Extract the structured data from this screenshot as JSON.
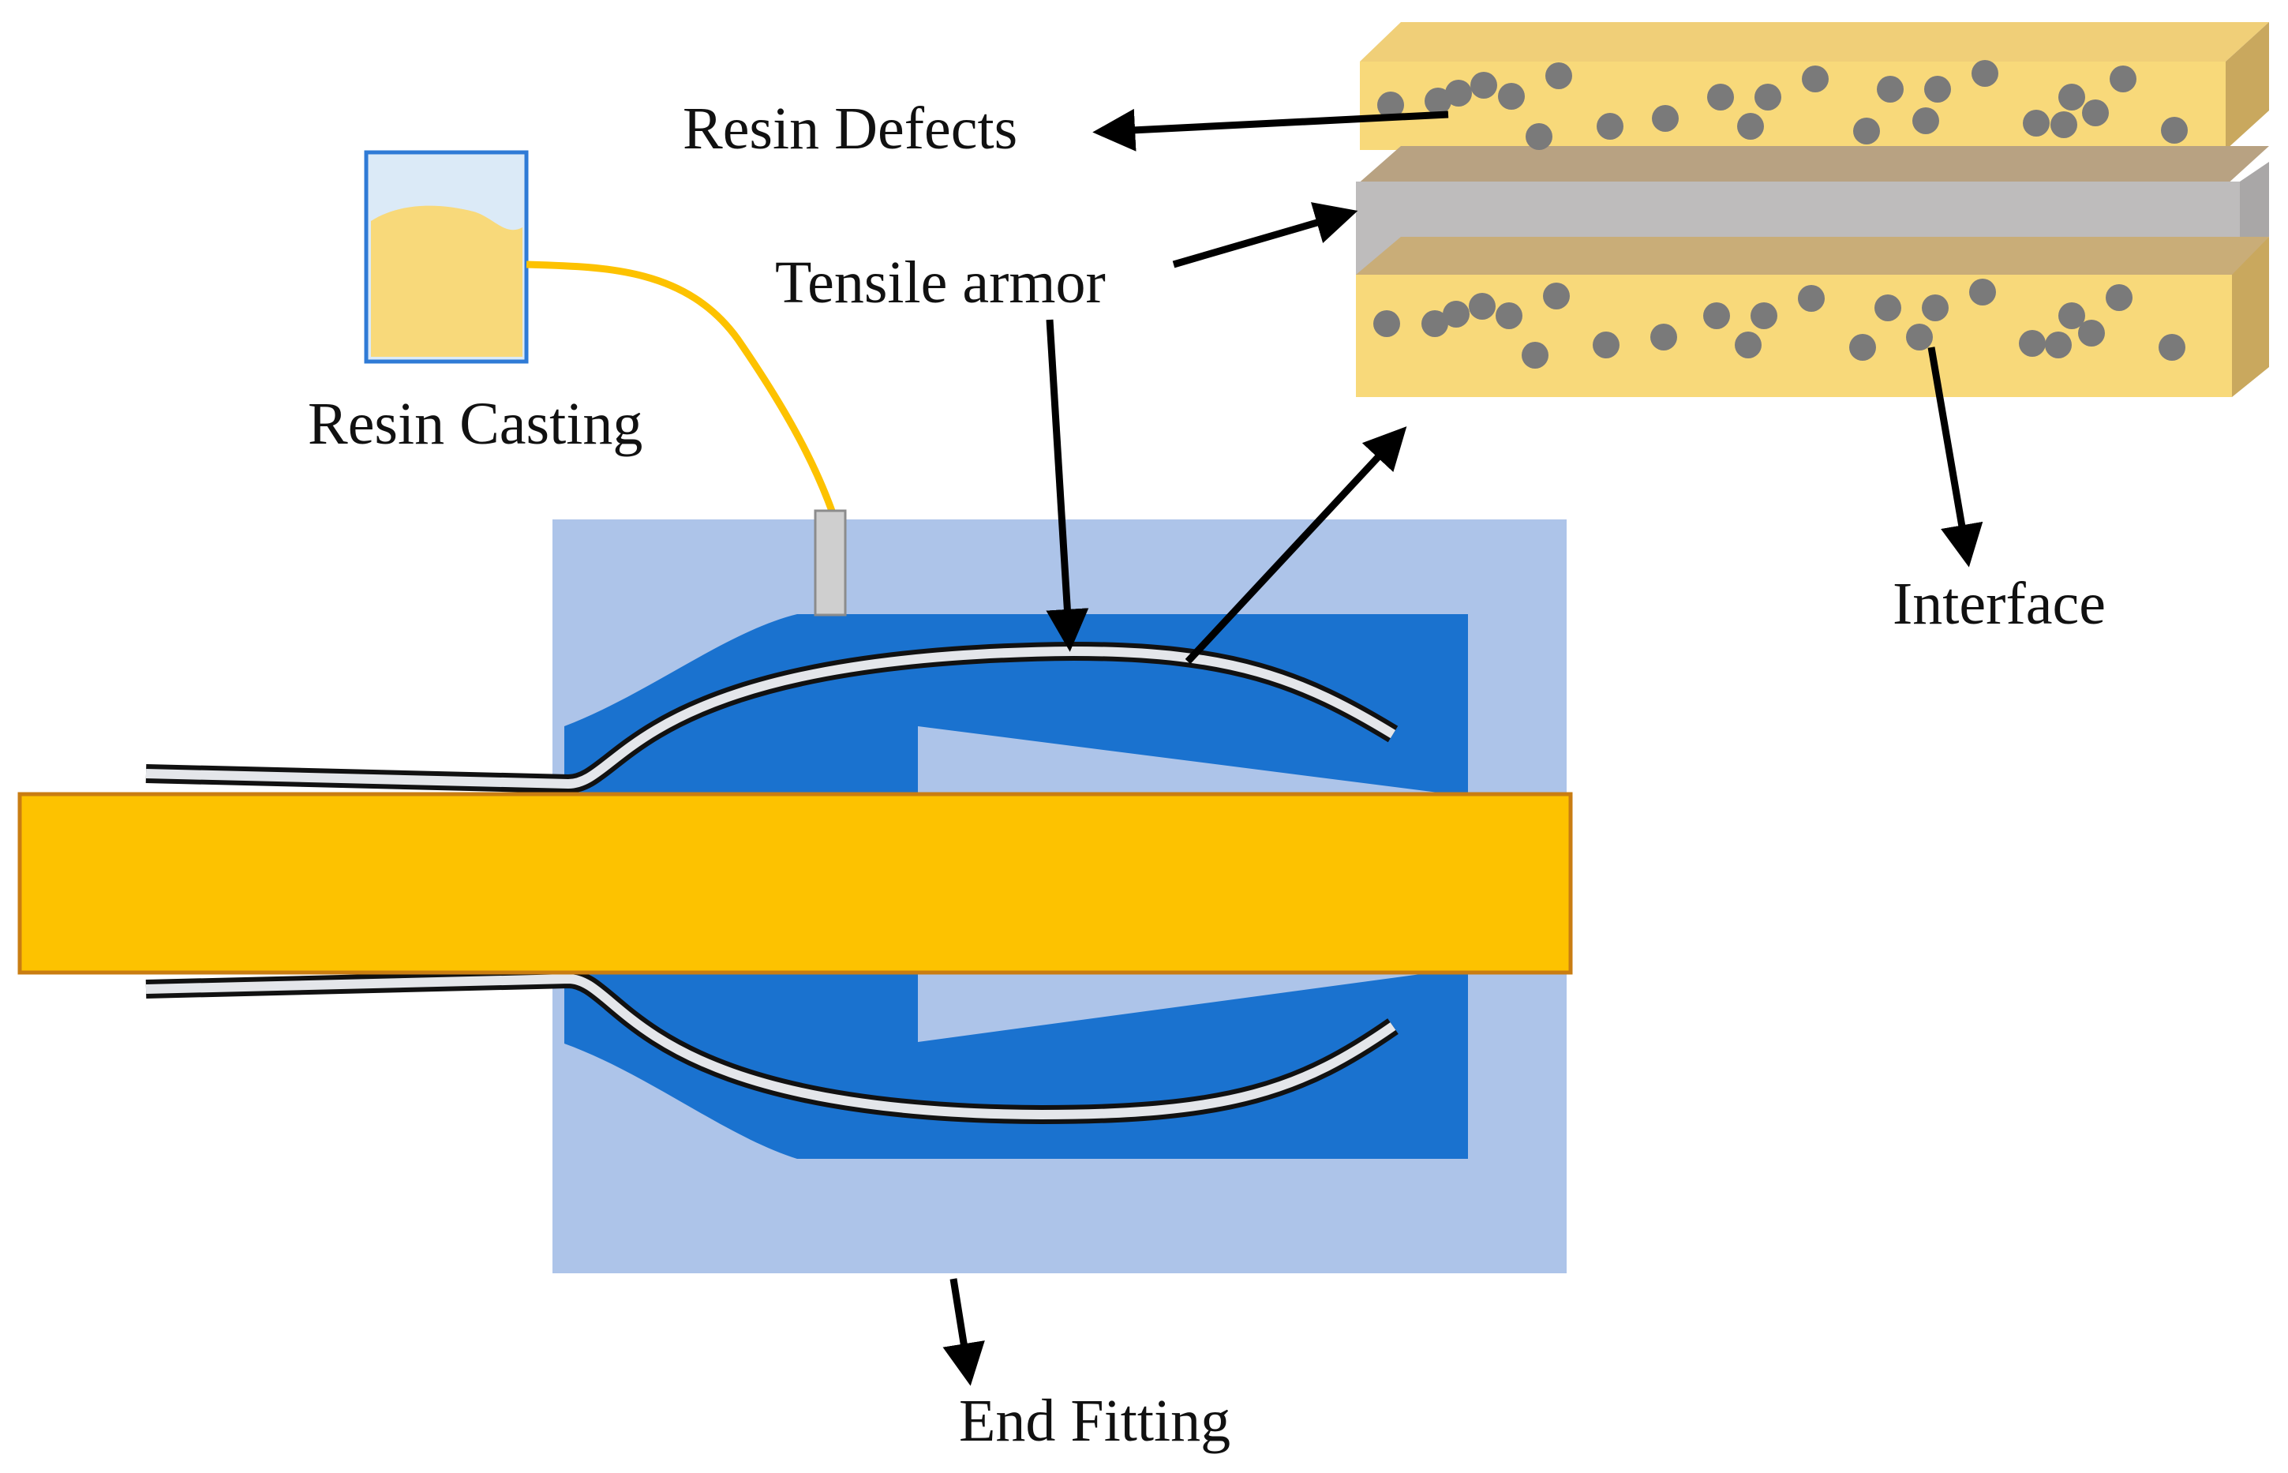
{
  "labels": {
    "resin_defects": "Resin Defects",
    "resin_casting": "Resin Casting",
    "tensile_armor": "Tensile armor",
    "interface": "Interface",
    "end_fitting": "End Fitting"
  },
  "colors": {
    "end_fitting_outer": "#adc4e9",
    "end_fitting_cavity": "#1a72cf",
    "pipe": "#fdc200",
    "pipe_border": "#c97d12",
    "resin": "#f8d97a",
    "resin_side": "#c9a85e",
    "armor_layer": "#bebcbc",
    "defect": "#7a7a7a",
    "arrow": "#000000",
    "casting_line": "#fdc200",
    "container_border": "#2f7bd6",
    "container_fill": "#dbeaf7"
  },
  "icons": {
    "resin_container": "resin-container-icon",
    "nozzle": "injection-nozzle-icon"
  }
}
